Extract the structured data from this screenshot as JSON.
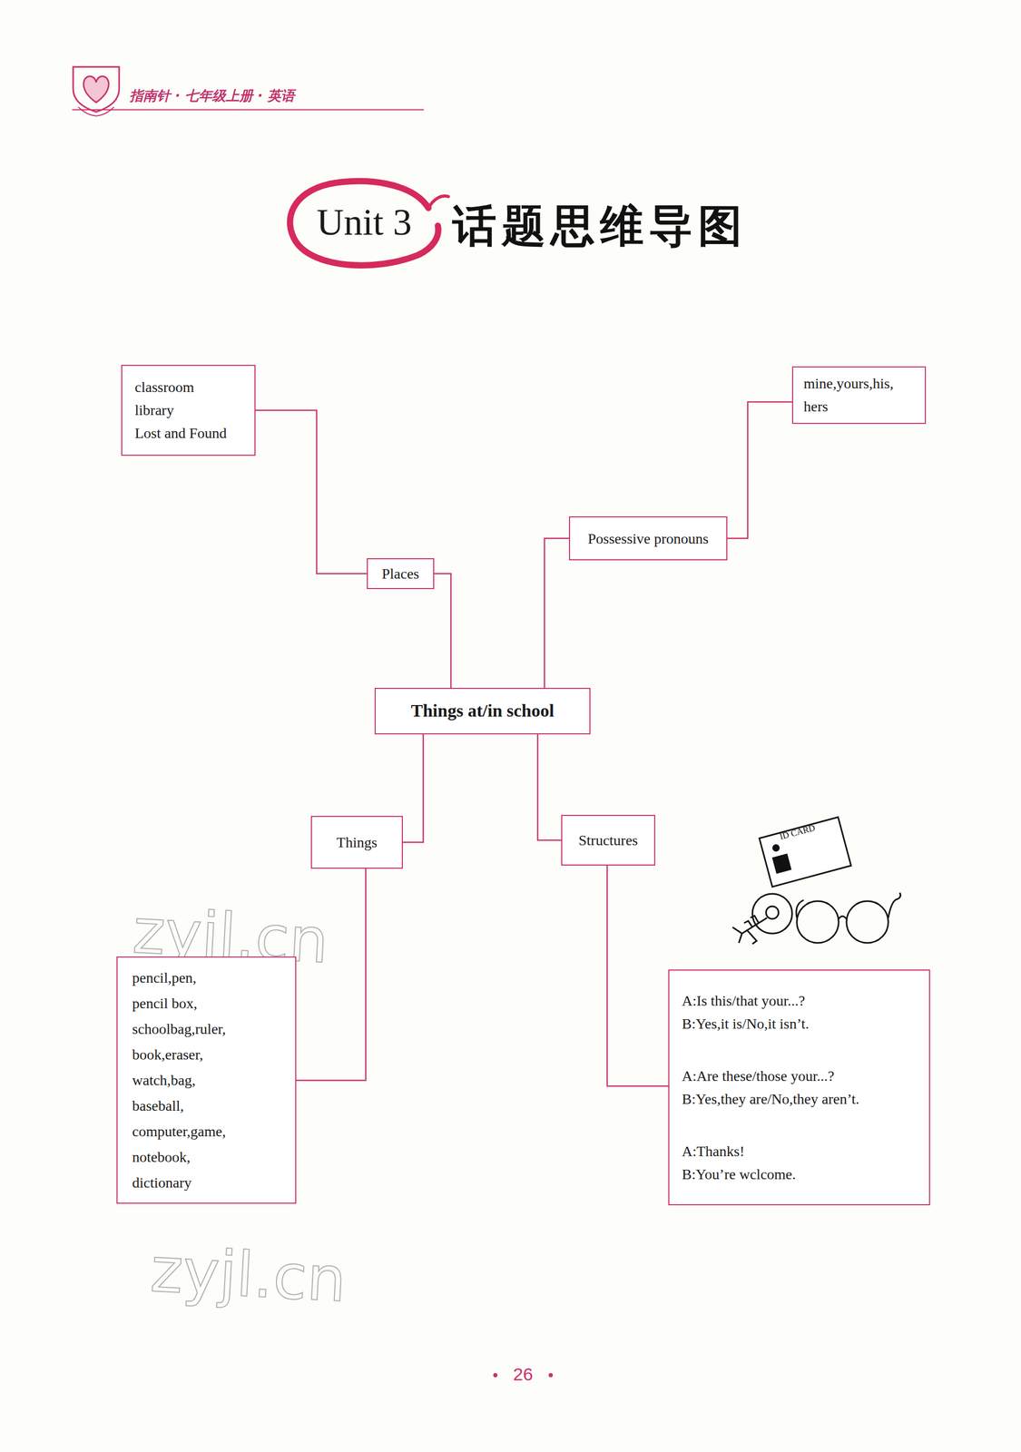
{
  "diagram": {
    "title": "话题思维导图",
    "nodes": [
      {
        "text": [
          "Things at/in school"
        ]
      },
      {
        "text": [
          "Places"
        ]
      },
      {
        "text": [
          "classroom",
          "library",
          "Lost and Found"
        ]
      },
      {
        "text": [
          "Possessive pronouns"
        ]
      },
      {
        "text": [
          "mine,yours,his, hers"
        ]
      },
      {
        "text": [
          "Things"
        ]
      },
      {
        "text": [
          "pencil,pen,",
          "pencil box,",
          "schoolbag,ruler,",
          "book,eraser,",
          "watch,bag,",
          "baseball,",
          "computer,game,",
          "notebook,",
          "dictionary"
        ]
      },
      {
        "text": [
          "Structures"
        ]
      },
      {
        "text": [
          "A:Is this/that your...?",
          "B:Yes,it is/No,it isn’t.",
          "A:Are these/those your...?",
          "B:Yes,they are/No,they aren’t.",
          "A:Thanks!",
          "B:You’re wclcome."
        ]
      }
    ],
    "edges": [
      {
        "from": 0,
        "to": 1,
        "arrow": "none"
      },
      {
        "from": 1,
        "to": 2,
        "arrow": "none"
      },
      {
        "from": 0,
        "to": 3,
        "arrow": "none"
      },
      {
        "from": 3,
        "to": 4,
        "arrow": "none"
      },
      {
        "from": 0,
        "to": 5,
        "arrow": "none"
      },
      {
        "from": 5,
        "to": 6,
        "arrow": "none"
      },
      {
        "from": 0,
        "to": 7,
        "arrow": "none"
      },
      {
        "from": 7,
        "to": 8,
        "arrow": "none"
      }
    ],
    "labels": [
      "指南针 · 七年级上册 · 英语",
      "Unit 3",
      "ID CARD",
      "zyjl.cn",
      "zyjl.cn",
      "26"
    ]
  }
}
